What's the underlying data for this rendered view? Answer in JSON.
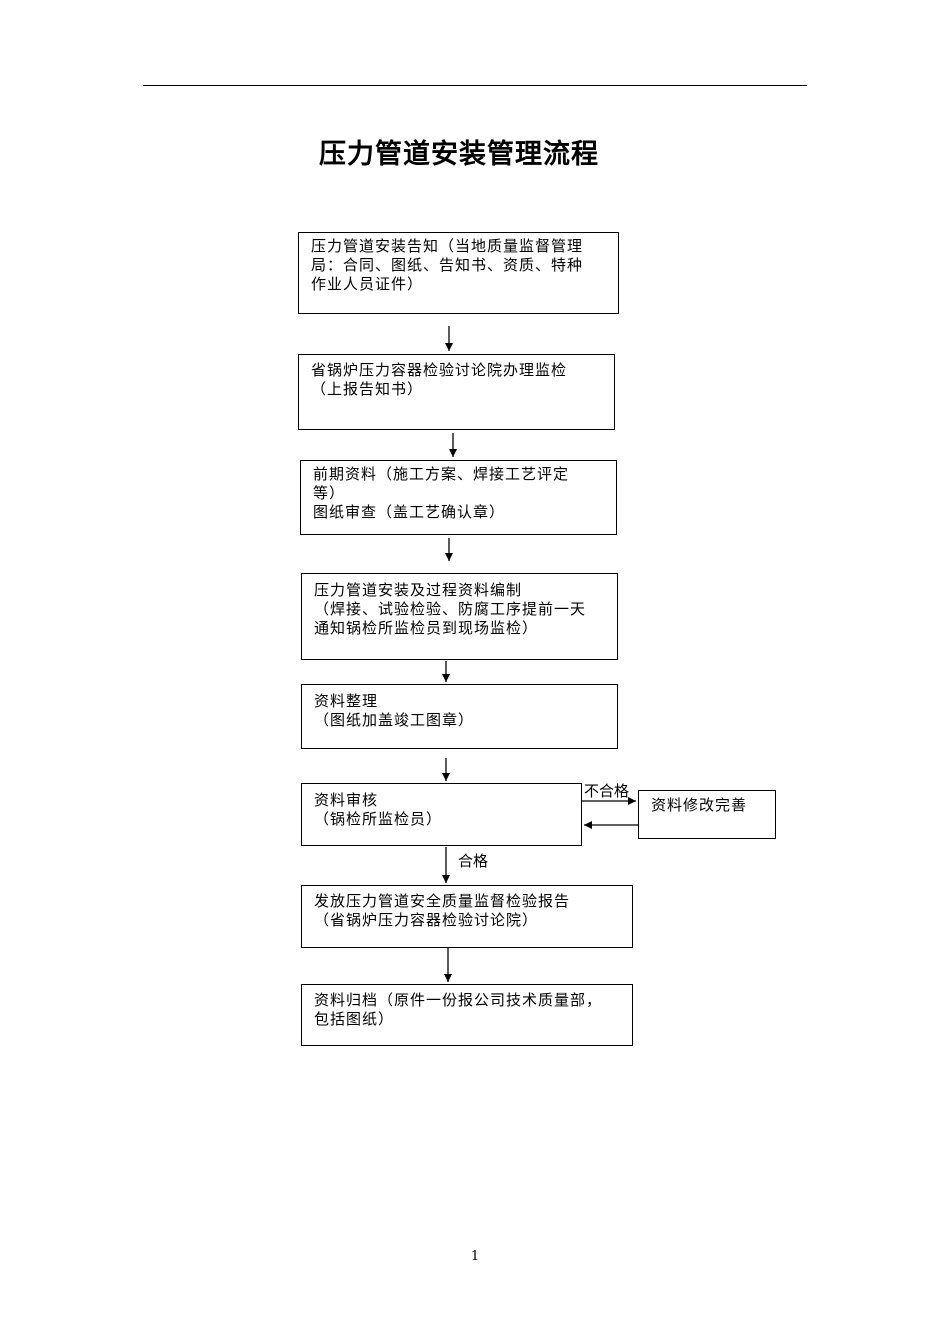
{
  "page_title": "压力管道安装管理流程",
  "page_number": "1",
  "steps": [
    {
      "lines": [
        "压力管道安装告知（当地质量监督管理",
        "局：合同、图纸、告知书、资质、特种",
        "作业人员证件）"
      ]
    },
    {
      "lines": [
        "省锅炉压力容器检验讨论院办理监检",
        "（上报告知书）"
      ]
    },
    {
      "lines": [
        "前期资料（施工方案、焊接工艺评定",
        "等）",
        "图纸审查（盖工艺确认章）"
      ]
    },
    {
      "lines": [
        "压力管道安装及过程资料编制",
        "（焊接、试验检验、防腐工序提前一天",
        "通知锅检所监检员到现场监检）"
      ]
    },
    {
      "lines": [
        "资料整理",
        "（图纸加盖竣工图章）"
      ]
    },
    {
      "lines": [
        "资料审核",
        "（锅检所监检员）"
      ]
    },
    {
      "lines": [
        "发放压力管道安全质量监督检验报告",
        "（省锅炉压力容器检验讨论院）"
      ]
    },
    {
      "lines": [
        "资料归档（原件一份报公司技术质量部，",
        "包括图纸）"
      ]
    }
  ],
  "revision_box": {
    "label": "资料修改完善"
  },
  "edge_labels": {
    "fail": "不合格",
    "pass": "合格"
  }
}
